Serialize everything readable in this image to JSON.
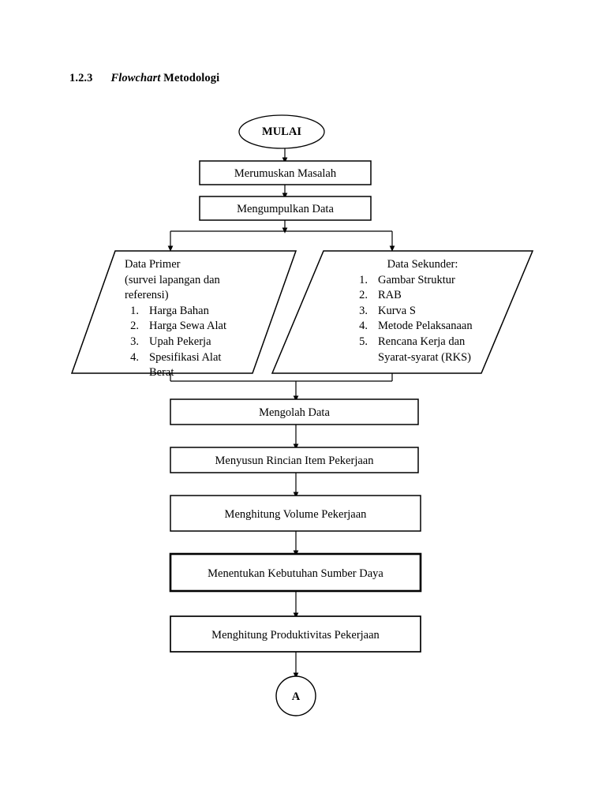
{
  "heading": {
    "number": "1.2.3",
    "italic_word": "Flowchart",
    "rest": " Metodologi"
  },
  "flowchart": {
    "start": {
      "label": "MULAI",
      "shape": "ellipse"
    },
    "process_top": [
      {
        "label": "Merumuskan Masalah"
      },
      {
        "label": "Mengumpulkan Data"
      }
    ],
    "data_primer": {
      "title_line1": "Data Primer",
      "title_line2": "(survei lapangan dan",
      "title_line3": "referensi)",
      "items": [
        {
          "index": "1.",
          "text": "Harga Bahan"
        },
        {
          "index": "2.",
          "text": "Harga Sewa Alat"
        },
        {
          "index": "3.",
          "text": "Upah Pekerja"
        },
        {
          "index": "4.",
          "text": "Spesifikasi Alat",
          "cont": "Berat"
        }
      ]
    },
    "data_sekunder": {
      "title": "Data Sekunder:",
      "items": [
        {
          "index": "1.",
          "text": "Gambar Struktur"
        },
        {
          "index": "2.",
          "text": "RAB"
        },
        {
          "index": "3.",
          "text": "Kurva S"
        },
        {
          "index": "4.",
          "text": "Metode Pelaksanaan"
        },
        {
          "index": "5.",
          "text": "Rencana Kerja dan",
          "cont": "Syarat-syarat (RKS)"
        }
      ]
    },
    "process_bottom": [
      {
        "label": "Mengolah Data"
      },
      {
        "label": "Menyusun Rincian Item Pekerjaan"
      },
      {
        "label": "Menghitung Volume Pekerjaan"
      },
      {
        "label": "Menentukan Kebutuhan Sumber Daya"
      },
      {
        "label": "Menghitung Produktivitas Pekerjaan"
      }
    ],
    "connector": {
      "label": "A",
      "shape": "circle"
    }
  },
  "colors": {
    "stroke": "#000000",
    "fill": "#ffffff",
    "text": "#000000",
    "page_background": "#ffffff"
  }
}
